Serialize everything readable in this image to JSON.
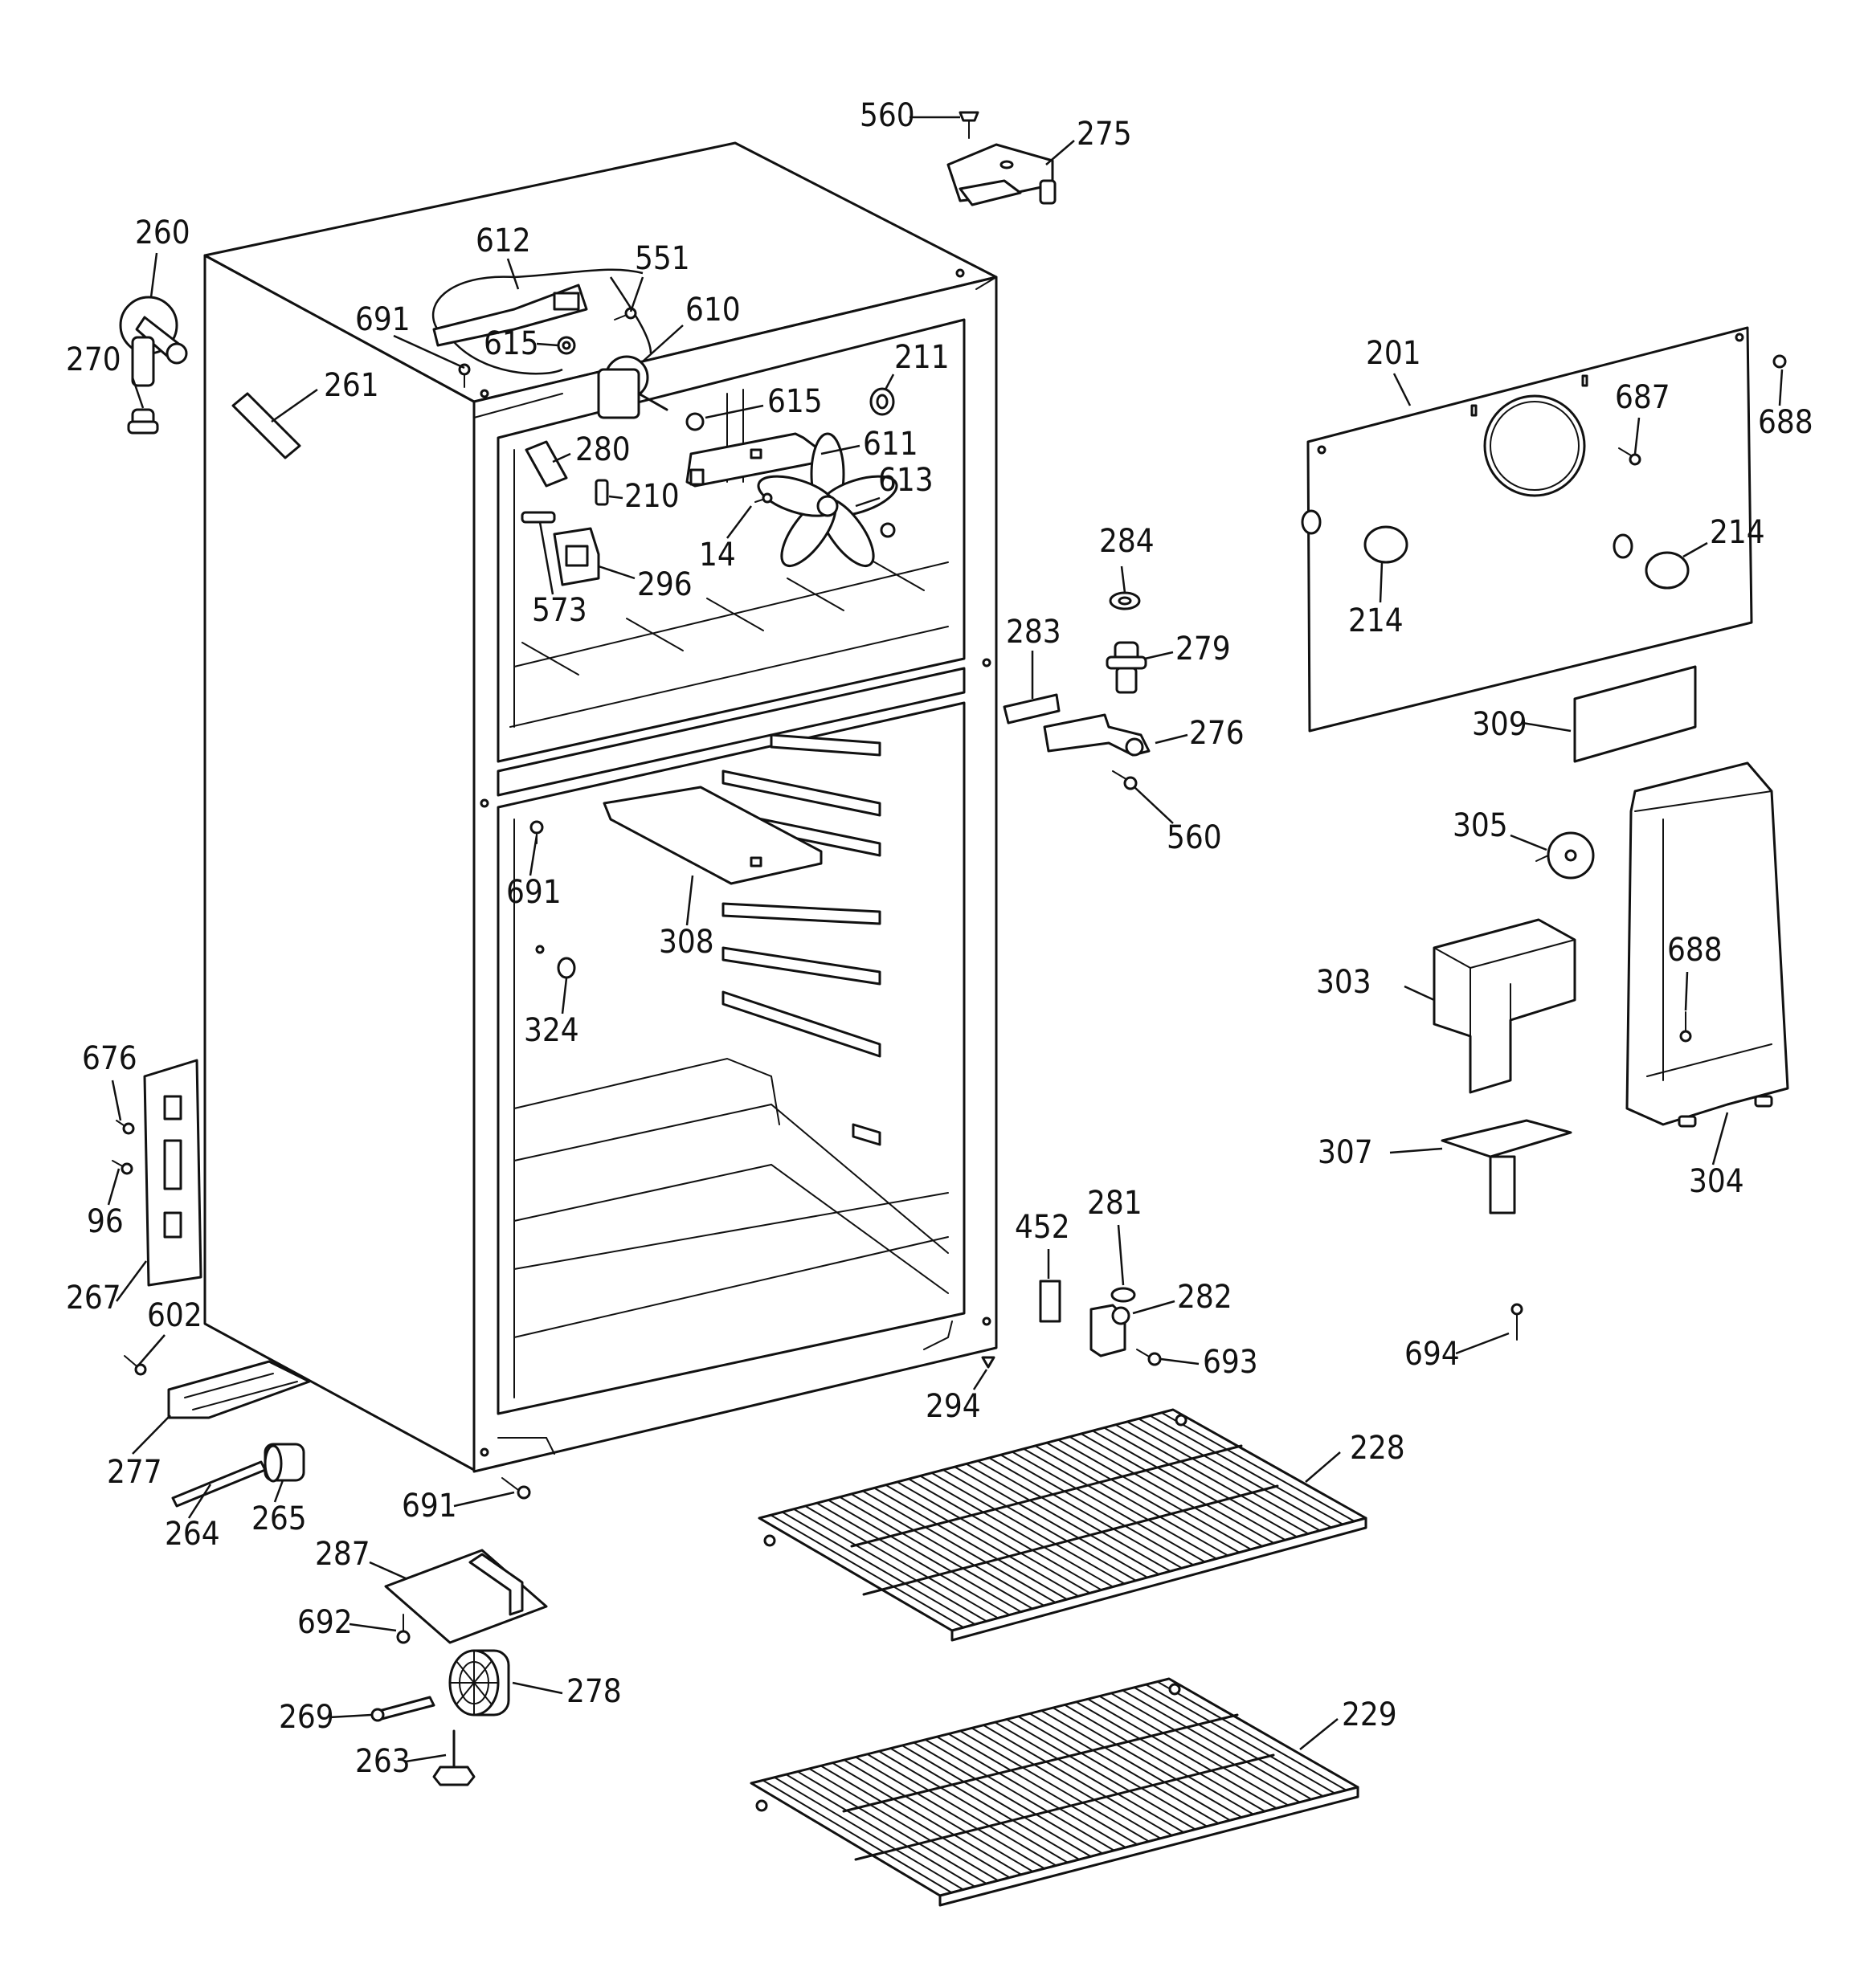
{
  "callouts": [
    {
      "id": "560a",
      "label": "560"
    },
    {
      "id": "275",
      "label": "275"
    },
    {
      "id": "260",
      "label": "260"
    },
    {
      "id": "612",
      "label": "612"
    },
    {
      "id": "551",
      "label": "551"
    },
    {
      "id": "610",
      "label": "610"
    },
    {
      "id": "691a",
      "label": "691"
    },
    {
      "id": "615a",
      "label": "615"
    },
    {
      "id": "270",
      "label": "270"
    },
    {
      "id": "261",
      "label": "261"
    },
    {
      "id": "211",
      "label": "211"
    },
    {
      "id": "615b",
      "label": "615"
    },
    {
      "id": "280",
      "label": "280"
    },
    {
      "id": "611",
      "label": "611"
    },
    {
      "id": "210",
      "label": "210"
    },
    {
      "id": "613",
      "label": "613"
    },
    {
      "id": "14",
      "label": "14"
    },
    {
      "id": "573",
      "label": "573"
    },
    {
      "id": "296",
      "label": "296"
    },
    {
      "id": "201",
      "label": "201"
    },
    {
      "id": "688a",
      "label": "688"
    },
    {
      "id": "687",
      "label": "687"
    },
    {
      "id": "214a",
      "label": "214"
    },
    {
      "id": "214b",
      "label": "214"
    },
    {
      "id": "284",
      "label": "284"
    },
    {
      "id": "283",
      "label": "283"
    },
    {
      "id": "279",
      "label": "279"
    },
    {
      "id": "276",
      "label": "276"
    },
    {
      "id": "560b",
      "label": "560"
    },
    {
      "id": "309",
      "label": "309"
    },
    {
      "id": "305",
      "label": "305"
    },
    {
      "id": "691b",
      "label": "691"
    },
    {
      "id": "308",
      "label": "308"
    },
    {
      "id": "324",
      "label": "324"
    },
    {
      "id": "303",
      "label": "303"
    },
    {
      "id": "688b",
      "label": "688"
    },
    {
      "id": "676",
      "label": "676"
    },
    {
      "id": "96",
      "label": "96"
    },
    {
      "id": "307",
      "label": "307"
    },
    {
      "id": "304",
      "label": "304"
    },
    {
      "id": "452",
      "label": "452"
    },
    {
      "id": "281",
      "label": "281"
    },
    {
      "id": "267",
      "label": "267"
    },
    {
      "id": "282",
      "label": "282"
    },
    {
      "id": "602",
      "label": "602"
    },
    {
      "id": "694",
      "label": "694"
    },
    {
      "id": "693",
      "label": "693"
    },
    {
      "id": "294",
      "label": "294"
    },
    {
      "id": "277",
      "label": "277"
    },
    {
      "id": "228",
      "label": "228"
    },
    {
      "id": "264",
      "label": "264"
    },
    {
      "id": "265",
      "label": "265"
    },
    {
      "id": "691c",
      "label": "691"
    },
    {
      "id": "287",
      "label": "287"
    },
    {
      "id": "692",
      "label": "692"
    },
    {
      "id": "278",
      "label": "278"
    },
    {
      "id": "269",
      "label": "269"
    },
    {
      "id": "229",
      "label": "229"
    },
    {
      "id": "263",
      "label": "263"
    }
  ]
}
